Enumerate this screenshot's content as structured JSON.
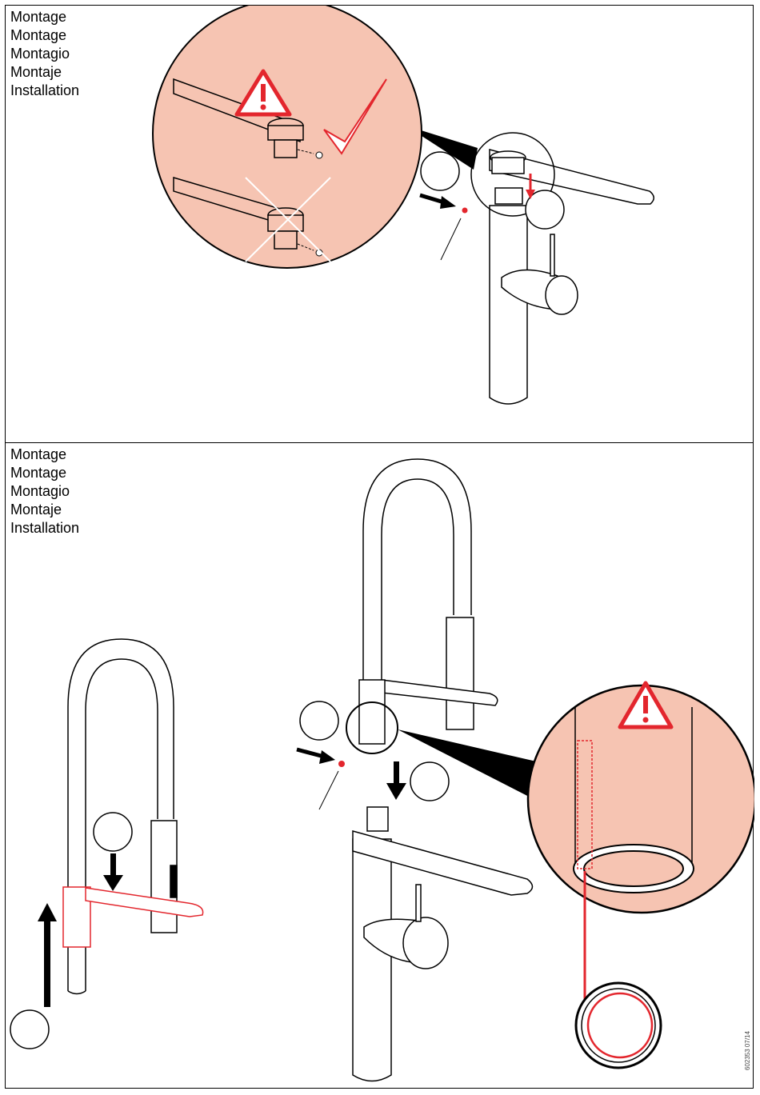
{
  "sections": [
    {
      "languages": [
        "Montage",
        "Montage",
        "Montagio",
        "Montaje",
        "Installation"
      ]
    },
    {
      "languages": [
        "Montage",
        "Montage",
        "Montagio",
        "Montaje",
        "Installation"
      ]
    }
  ],
  "doc_code": "602353 07/14",
  "icons": {
    "warning": "warning-triangle-icon",
    "check": "checkmark-icon",
    "cross": "cross-icon",
    "arrow": "arrow-icon"
  },
  "colors": {
    "highlight_fill": "#f6c4b2",
    "accent_red": "#e3262d",
    "line": "#000000"
  }
}
